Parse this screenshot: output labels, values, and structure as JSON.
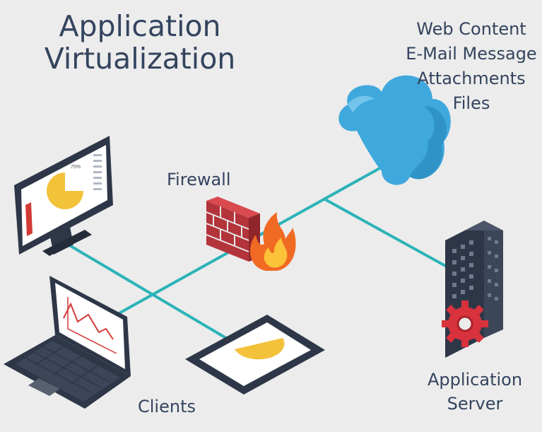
{
  "title": {
    "line1": "Application",
    "line2": "Virtualization"
  },
  "cloud_content": {
    "items": [
      "Web Content",
      "E-Mail Message",
      "Attachments",
      "Files"
    ]
  },
  "labels": {
    "firewall": "Firewall",
    "clients": "Clients",
    "server_line1": "Application",
    "server_line2": "Server"
  },
  "monitor": {
    "pie_label": "75%"
  },
  "colors": {
    "background": "#ececec",
    "connector": "#2bb3b8",
    "cloud": "#3fa8dd",
    "device_frame": "#2e3748",
    "pie": "#f3c23b",
    "firewall_brick": "#c0393b",
    "flame": "#f06a24",
    "gear": "#d8323c"
  },
  "icons": [
    "cloud-icon",
    "firewall-icon",
    "flame-icon",
    "monitor-icon",
    "laptop-icon",
    "tablet-icon",
    "server-icon",
    "gear-icon"
  ]
}
